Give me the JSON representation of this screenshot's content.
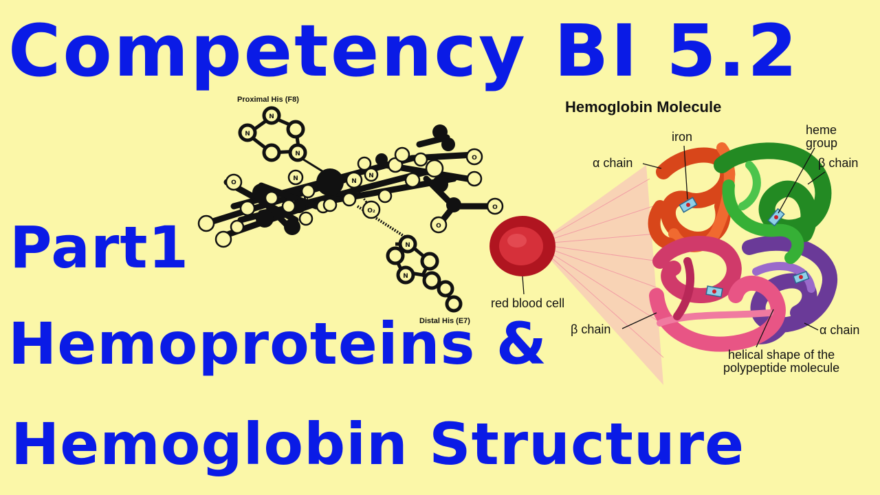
{
  "title": "Competency BI 5.2",
  "subtitle": {
    "part": "Part1",
    "line1": "Hemoproteins &",
    "line2": "Hemoglobin Structure"
  },
  "heme_diagram": {
    "proximal_label": "Proximal His (F8)",
    "distal_label": "Distal His (E7)"
  },
  "hemoglobin_diagram": {
    "heading": "Hemoglobin Molecule",
    "iron": "iron",
    "heme_group": "heme\ngroup",
    "beta_chain_top": "β chain",
    "alpha_chain_left": "α chain",
    "red_blood_cell": "red blood cell",
    "beta_chain_bottom": "β chain",
    "alpha_chain_right": "α chain",
    "helical": "helical shape of the\npolypeptide molecule"
  },
  "colors": {
    "background": "#FBF7A8",
    "title_blue": "#0A1BE6",
    "alpha_chain_orange": "#E8531F",
    "beta_chain_green": "#2E9E2E",
    "beta_chain_pink": "#E24A7A",
    "alpha_chain_purple": "#7B4BA8",
    "rbc_red": "#C81824"
  }
}
